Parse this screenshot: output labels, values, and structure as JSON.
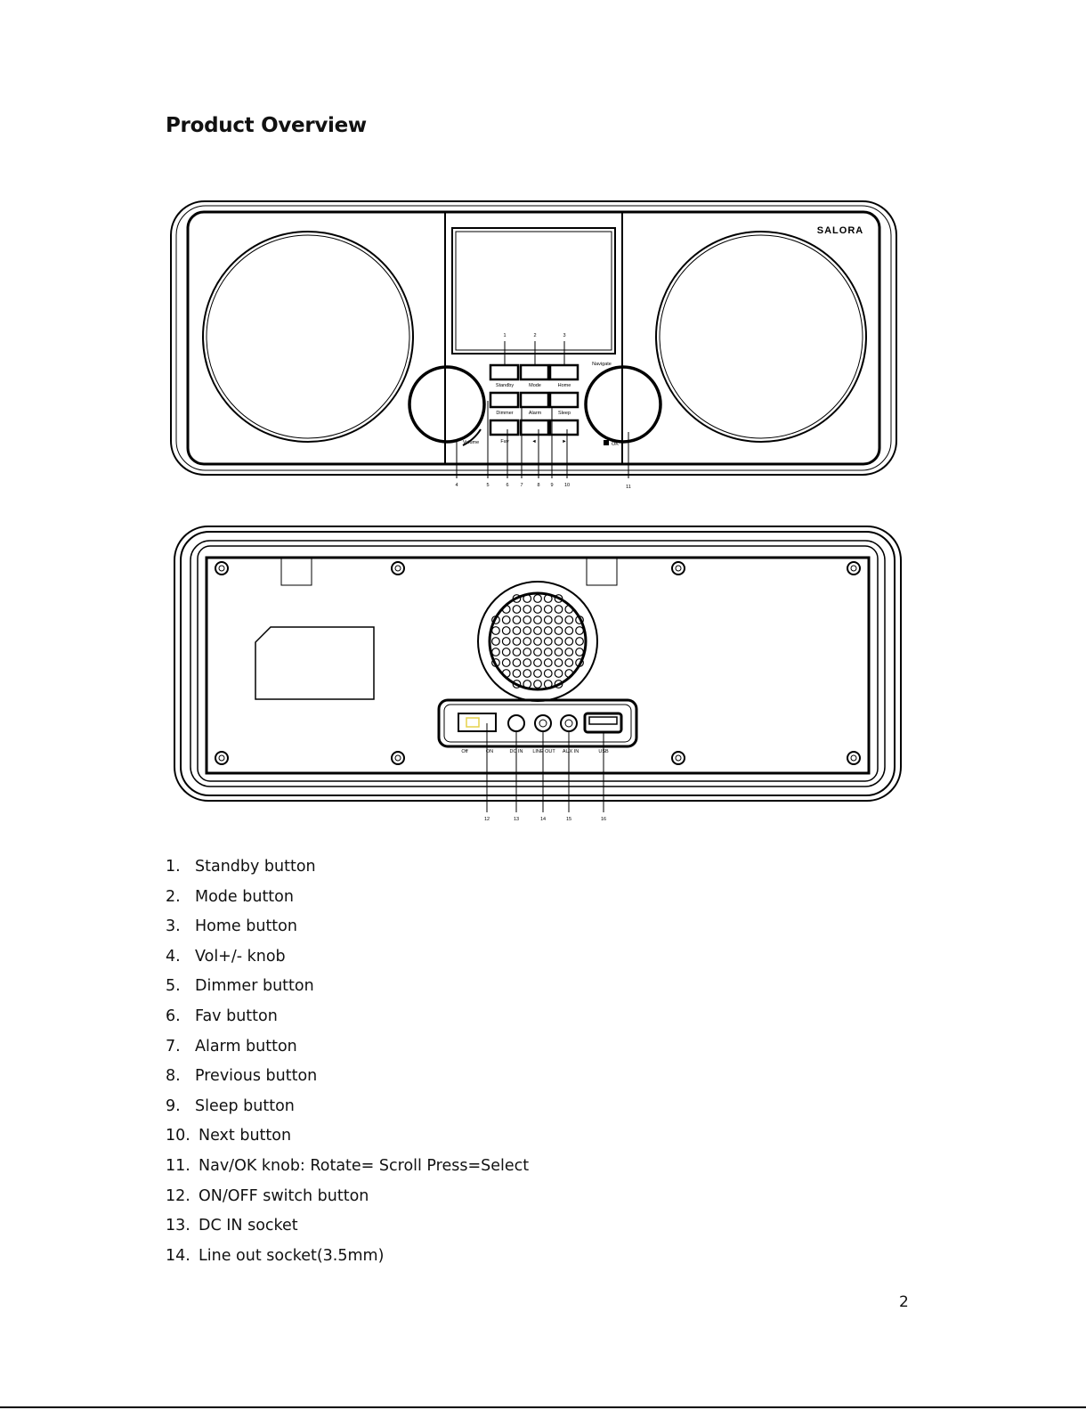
{
  "page": {
    "title": "Product Overview",
    "page_number": "2"
  },
  "front_panel": {
    "brand": "SALORA",
    "button_labels": {
      "standby": "Standby",
      "mode": "Mode",
      "home": "Home",
      "dimmer": "Dimmer",
      "alarm": "Alarm",
      "sleep": "Sleep",
      "fav": "Fav",
      "prev_symbol": "◄",
      "next_symbol": "►"
    },
    "knob_labels": {
      "volume": "Volume",
      "navigate": "Navigate",
      "ok": "OK"
    },
    "callouts_top": [
      "1",
      "2",
      "3"
    ],
    "callouts_bottom": [
      "4",
      "5",
      "6",
      "7",
      "8",
      "9",
      "10",
      "11"
    ]
  },
  "back_panel": {
    "port_labels": {
      "off": "Off",
      "on": "ON",
      "dc_in": "DC IN",
      "line_out": "LINE OUT",
      "aux_in": "AUX IN",
      "usb": "USB"
    },
    "callouts": [
      "12",
      "13",
      "14",
      "15",
      "16"
    ]
  },
  "legend": [
    {
      "num": "1.",
      "text": "Standby button"
    },
    {
      "num": "2.",
      "text": "Mode button"
    },
    {
      "num": "3.",
      "text": "Home button"
    },
    {
      "num": "4.",
      "text": "Vol+/- knob"
    },
    {
      "num": "5.",
      "text": "Dimmer button"
    },
    {
      "num": "6.",
      "text": "Fav button"
    },
    {
      "num": "7.",
      "text": "Alarm button"
    },
    {
      "num": "8.",
      "text": "Previous button"
    },
    {
      "num": "9.",
      "text": "Sleep button"
    },
    {
      "num": "10.",
      "text": "Next button"
    },
    {
      "num": "11.",
      "text": "Nav/OK knob: Rotate= Scroll  Press=Select"
    },
    {
      "num": "12.",
      "text": "ON/OFF switch button"
    },
    {
      "num": "13.",
      "text": "DC IN socket"
    },
    {
      "num": "14.",
      "text": "Line out socket(3.5mm)"
    }
  ]
}
